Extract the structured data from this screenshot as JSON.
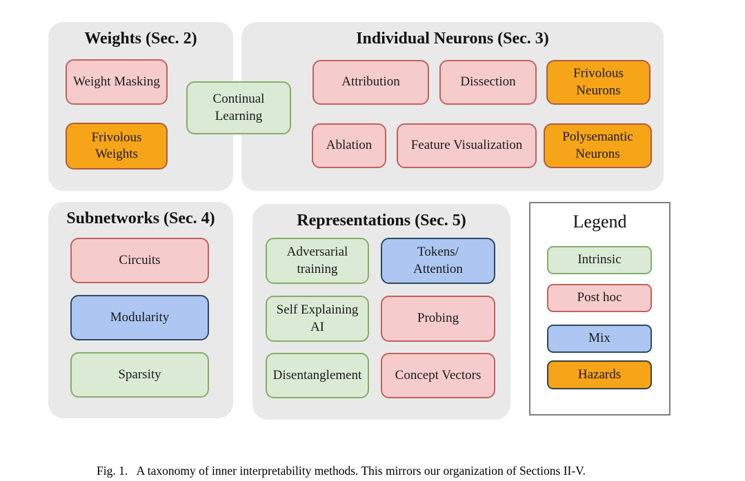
{
  "figure": {
    "caption_label": "Fig. 1.",
    "caption_text": "A taxonomy of inner interpretability methods. This mirrors our organization of Sections II-V."
  },
  "colors": {
    "panel_background": "#e9e9e9",
    "intrinsic_fill": "#dbead4",
    "intrinsic_border": "#85ae68",
    "posthoc_fill": "#f5cccb",
    "posthoc_border": "#c2615d",
    "mix_fill": "#adc7f2",
    "mix_border": "#2d4a63",
    "hazard_fill": "#f6a418",
    "hazard_border": "#b05c41",
    "legend_box_border": "#7f7f7f"
  },
  "panels": [
    {
      "title": "Weights (Sec. 2)",
      "boxes": [
        {
          "label": "Weight Masking",
          "type": "posthoc"
        },
        {
          "label": "Frivolous\nWeights",
          "type": "hazard"
        }
      ]
    },
    {
      "title": "Individual Neurons (Sec. 3)",
      "boxes": [
        {
          "label": "Attribution",
          "type": "posthoc"
        },
        {
          "label": "Dissection",
          "type": "posthoc"
        },
        {
          "label": "Frivolous\nNeurons",
          "type": "hazard"
        },
        {
          "label": "Ablation",
          "type": "posthoc"
        },
        {
          "label": "Feature Visualization",
          "type": "posthoc"
        },
        {
          "label": "Polysemantic\nNeurons",
          "type": "hazard"
        }
      ]
    },
    {
      "title": "Subnetworks (Sec. 4)",
      "boxes": [
        {
          "label": "Circuits",
          "type": "posthoc"
        },
        {
          "label": "Modularity",
          "type": "mix"
        },
        {
          "label": "Sparsity",
          "type": "intrinsic"
        }
      ]
    },
    {
      "title": "Representations (Sec. 5)",
      "boxes": [
        {
          "label": "Adversarial\ntraining",
          "type": "intrinsic"
        },
        {
          "label": "Tokens/\nAttention",
          "type": "mix"
        },
        {
          "label": "Self Explaining\nAI",
          "type": "intrinsic"
        },
        {
          "label": "Probing",
          "type": "posthoc"
        },
        {
          "label": "Disentanglement",
          "type": "intrinsic"
        },
        {
          "label": "Concept Vectors",
          "type": "posthoc"
        }
      ]
    }
  ],
  "floating_box": {
    "label": "Continual\nLearning",
    "type": "intrinsic"
  },
  "legend": {
    "title": "Legend",
    "items": [
      {
        "label": "Intrinsic",
        "type": "intrinsic"
      },
      {
        "label": "Post hoc",
        "type": "posthoc"
      },
      {
        "label": "Mix",
        "type": "mix"
      },
      {
        "label": "Hazards",
        "type": "hazard"
      }
    ]
  }
}
